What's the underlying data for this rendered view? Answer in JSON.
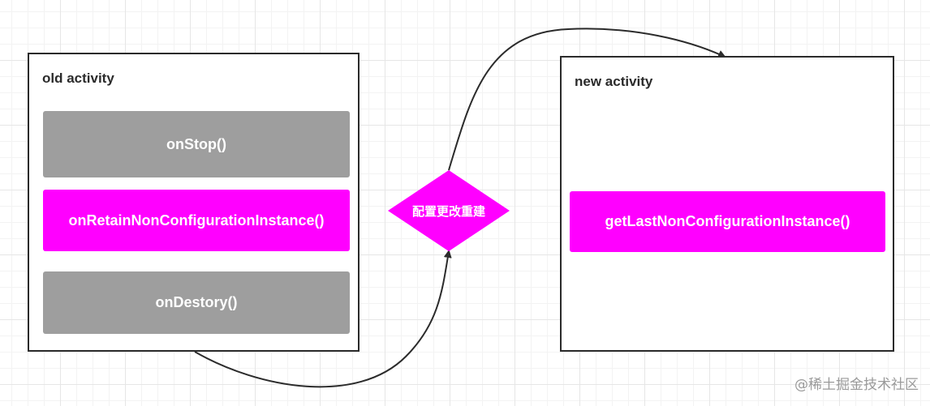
{
  "old_activity": {
    "title": "old activity",
    "methods": [
      {
        "label": "onStop()",
        "color": "#9e9e9e"
      },
      {
        "label": "onRetainNonConfigurationInstance()",
        "color": "#ff00ff"
      },
      {
        "label": "onDestory()",
        "color": "#9e9e9e"
      }
    ]
  },
  "decision": {
    "label": "配置更改重建",
    "color": "#ff00ff"
  },
  "new_activity": {
    "title": "new activity",
    "methods": [
      {
        "label": "getLastNonConfigurationInstance()",
        "color": "#ff00ff"
      }
    ]
  },
  "watermark": {
    "text": "@稀土掘金技术社区"
  }
}
